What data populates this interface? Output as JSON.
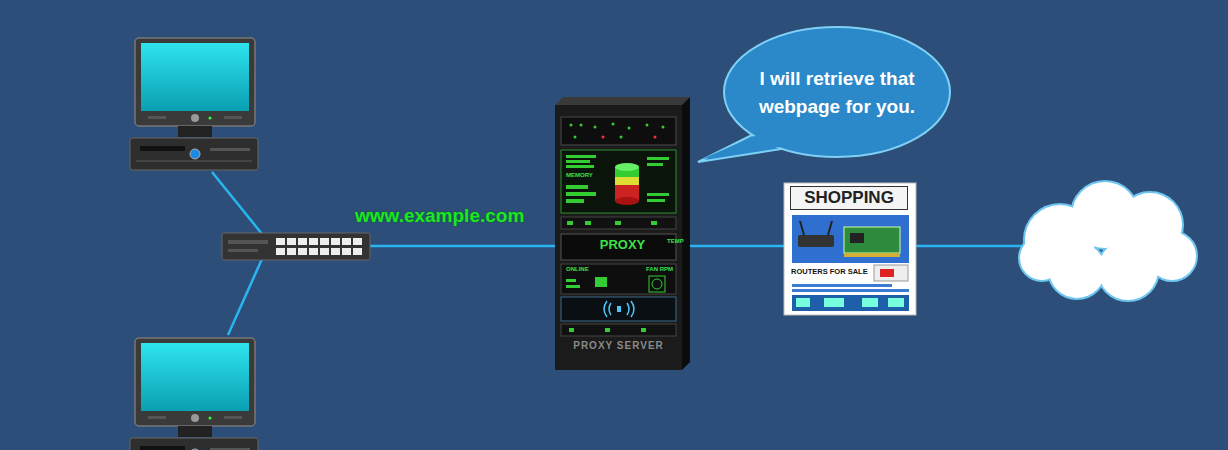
{
  "diagram": {
    "nodes": [
      {
        "text": [
          "I will retrieve that webpage for you."
        ]
      },
      {
        "text": [
          "PROXY",
          "PROXY SERVER"
        ]
      },
      {
        "text": [
          "SHOPPING",
          "ROUTERS FOR SALE"
        ]
      }
    ],
    "edges": [
      {
        "from": 1,
        "to": 2,
        "arrow": "none"
      }
    ],
    "labels": [
      "www.example.com",
      "MEMORY",
      "TEMP",
      "ONLINE",
      "FAN RPM"
    ]
  }
}
